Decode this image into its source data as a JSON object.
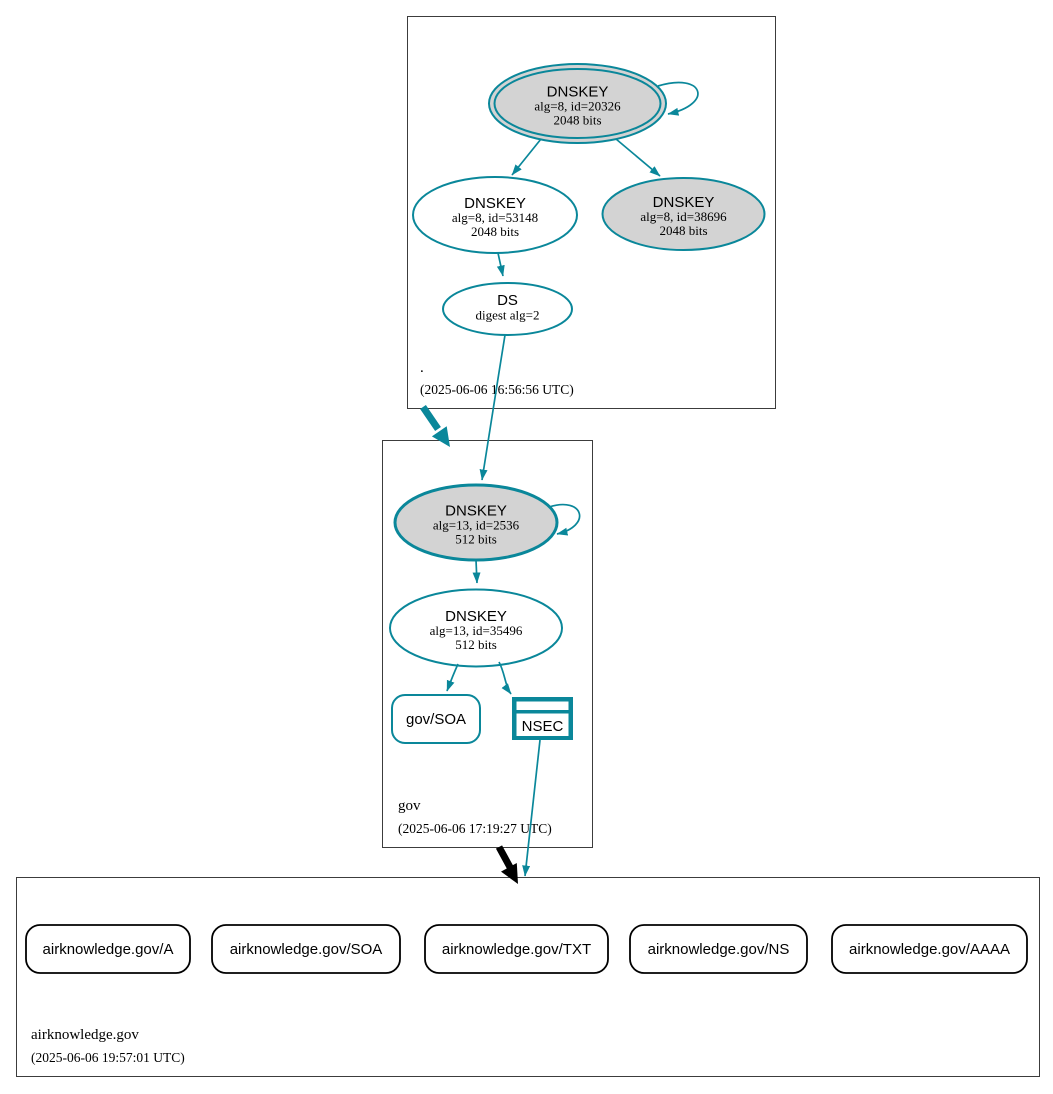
{
  "diagram": {
    "type": "dnssec-authentication-chain",
    "colors": {
      "secure": "#0a879a",
      "insecure_delegation": "#000000",
      "ksk_fill": "#d3d3d3",
      "node_fill": "#ffffff"
    },
    "zones": [
      {
        "name": ".",
        "timestamp": "(2025-06-06 16:56:56 UTC)"
      },
      {
        "name": "gov",
        "timestamp": "(2025-06-06 17:19:27 UTC)"
      },
      {
        "name": "airknowledge.gov",
        "timestamp": "(2025-06-06 19:57:01 UTC)"
      }
    ],
    "nodes": {
      "root_ksk": {
        "title": "DNSKEY",
        "alg": "alg=8, id=20326",
        "bits": "2048 bits"
      },
      "root_zsk": {
        "title": "DNSKEY",
        "alg": "alg=8, id=53148",
        "bits": "2048 bits"
      },
      "root_ksk2": {
        "title": "DNSKEY",
        "alg": "alg=8, id=38696",
        "bits": "2048 bits"
      },
      "root_ds": {
        "title": "DS",
        "alg": "digest alg=2"
      },
      "gov_ksk": {
        "title": "DNSKEY",
        "alg": "alg=13, id=2536",
        "bits": "512 bits"
      },
      "gov_zsk": {
        "title": "DNSKEY",
        "alg": "alg=13, id=35496",
        "bits": "512 bits"
      },
      "gov_soa": {
        "label": "gov/SOA"
      },
      "gov_nsec": {
        "label": "NSEC"
      },
      "air_a": {
        "label": "airknowledge.gov/A"
      },
      "air_soa": {
        "label": "airknowledge.gov/SOA"
      },
      "air_txt": {
        "label": "airknowledge.gov/TXT"
      },
      "air_ns": {
        "label": "airknowledge.gov/NS"
      },
      "air_aaaa": {
        "label": "airknowledge.gov/AAAA"
      }
    }
  }
}
